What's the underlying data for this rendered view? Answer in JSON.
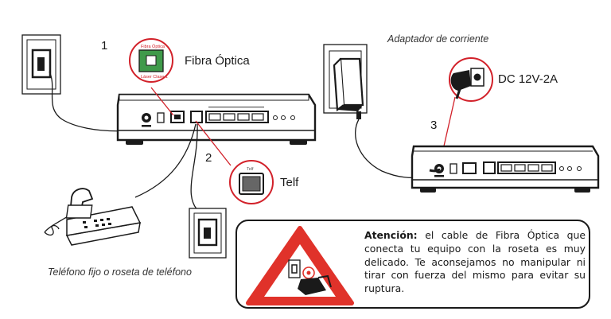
{
  "steps": {
    "one": "1",
    "two": "2",
    "three": "3"
  },
  "labels": {
    "fibra_optica": "Fibra Óptica",
    "fibra_small_top": "Fibra Óptica",
    "fibra_small_bottom": "Láser Clase 1",
    "adaptador": "Adaptador de corriente",
    "dc": "DC 12V-2A",
    "telf": "Telf",
    "telf_small": "Telf",
    "telefono": "Teléfono fijo o roseta de teléfono"
  },
  "warning": {
    "title": "Atención:",
    "body": " el cable de Fibra Óptica que conecta tu equipo con la roseta es muy delicado. Te aconsejamos no manipular ni tirar con fuerza del mismo para evitar su ruptura."
  },
  "colors": {
    "fibre_green": "#3f9a4a",
    "callout_red": "#d2212a",
    "warning_red": "#e0322a",
    "line": "#1a1a1a"
  }
}
